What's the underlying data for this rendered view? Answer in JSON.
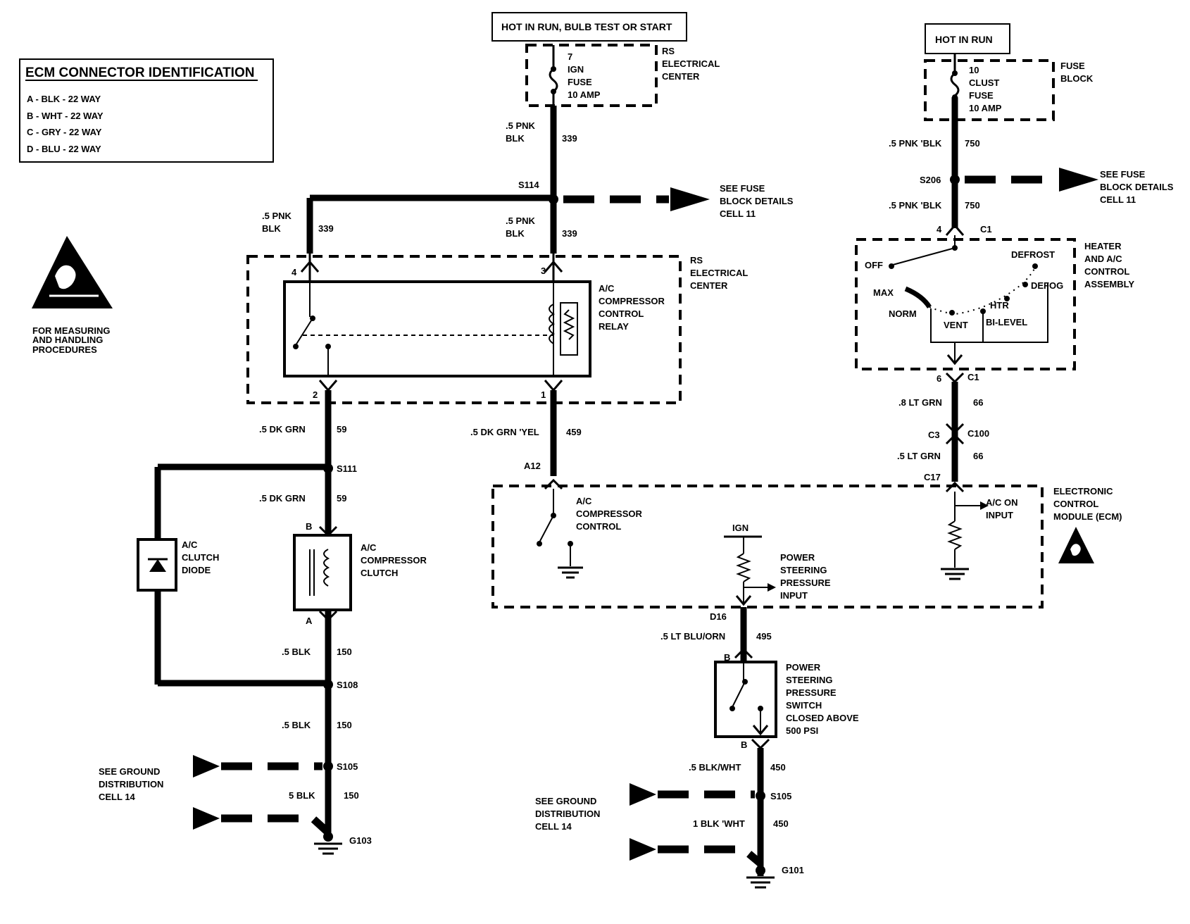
{
  "ecm_id": {
    "title": "ECM CONNECTOR IDENTIFICATION",
    "rows": [
      "A - BLK - 22 WAY",
      "B - WHT - 22 WAY",
      "C - GRY - 22 WAY",
      "D - BLU - 22 WAY"
    ]
  },
  "esd_note": [
    "FOR MEASURING",
    "AND HANDLING",
    "PROCEDURES"
  ],
  "power": {
    "hot_run_bulb": "HOT IN RUN, BULB TEST OR START",
    "hot_in_run": "HOT IN RUN",
    "ign_fuse": [
      "7",
      "IGN",
      "FUSE",
      "10 AMP"
    ],
    "clust_fuse": [
      "10",
      "CLUST",
      "FUSE",
      "10 AMP"
    ],
    "rs_center": [
      "RS",
      "ELECTRICAL",
      "CENTER"
    ],
    "fuse_block": [
      "FUSE",
      "BLOCK"
    ]
  },
  "splices": {
    "s114": "S114",
    "s206": "S206",
    "s111": "S111",
    "s108": "S108",
    "s105_left": "S105",
    "s105_right": "S105",
    "g103": "G103",
    "g101": "G101"
  },
  "refs": {
    "fuse_block_details_1": [
      "SEE FUSE",
      "BLOCK DETAILS",
      "CELL 11"
    ],
    "fuse_block_details_2": [
      "SEE FUSE",
      "BLOCK DETAILS",
      "CELL 11"
    ],
    "ground_dist_1": [
      "SEE GROUND",
      "DISTRIBUTION",
      "CELL 14"
    ],
    "ground_dist_2": [
      "SEE GROUND",
      "DISTRIBUTION",
      "CELL 14"
    ]
  },
  "wires": {
    "w339_top": [
      ".5 PNK",
      "BLK",
      "339"
    ],
    "w339_left": [
      ".5 PNK",
      "BLK",
      "339"
    ],
    "w339_right": [
      ".5 PNK",
      "BLK",
      "339"
    ],
    "w750_top": [
      ".5 PNK 'BLK",
      "750"
    ],
    "w750_bot": [
      ".5 PNK 'BLK",
      "750"
    ],
    "w59_a": [
      ".5 DK GRN",
      "59"
    ],
    "w59_b": [
      ".5 DK GRN",
      "59"
    ],
    "w459": [
      ".5 DK GRN 'YEL",
      "459"
    ],
    "w66_a": [
      ".8 LT GRN",
      "66"
    ],
    "w66_b": [
      ".5 LT GRN",
      "66"
    ],
    "w150_a": [
      ".5 BLK",
      "150"
    ],
    "w150_b": [
      ".5 BLK",
      "150"
    ],
    "w150_c": [
      "5 BLK",
      "150"
    ],
    "w495": [
      ".5 LT BLU/ORN",
      "495"
    ],
    "w450_a": [
      ".5 BLK/WHT",
      "450"
    ],
    "w450_b": [
      "1 BLK 'WHT",
      "450"
    ]
  },
  "connectors": {
    "pin4": "4",
    "pin3": "3",
    "pin2": "2",
    "pin1": "1",
    "c1_4": "4",
    "c1_label": "C1",
    "c1_6": "6",
    "c1_label_b": "C1",
    "c3": "C3",
    "c100": "C100",
    "c17": "C17",
    "a12": "A12",
    "clutch_b": "B",
    "clutch_a": "A",
    "d16": "D16",
    "ps_b": "B",
    "ps_b2": "B"
  },
  "components": {
    "relay": [
      "A/C",
      "COMPRESSOR",
      "CONTROL",
      "RELAY"
    ],
    "rs_center2": [
      "RS",
      "ELECTRICAL",
      "CENTER"
    ],
    "hvac": [
      "HEATER",
      "AND A/C",
      "CONTROL",
      "ASSEMBLY"
    ],
    "hvac_modes": {
      "off": "OFF",
      "defrost": "DEFROST",
      "max": "MAX",
      "defog": "DEFOG",
      "norm": "NORM",
      "htr": "HTR",
      "vent": "VENT",
      "bilevel": "BI-LEVEL"
    },
    "ecm": [
      "ELECTRONIC",
      "CONTROL",
      "MODULE (ECM)"
    ],
    "ac_comp_control": [
      "A/C",
      "COMPRESSOR",
      "CONTROL"
    ],
    "ac_on_input": [
      "A/C ON",
      "INPUT"
    ],
    "ign": "IGN",
    "ps_input": [
      "POWER",
      "STEERING",
      "PRESSURE",
      "INPUT"
    ],
    "clutch_diode": [
      "A/C",
      "CLUTCH",
      "DIODE"
    ],
    "comp_clutch": [
      "A/C",
      "COMPRESSOR",
      "CLUTCH"
    ],
    "ps_switch": [
      "POWER",
      "STEERING",
      "PRESSURE",
      "SWITCH",
      "CLOSED ABOVE",
      "500 PSI"
    ]
  }
}
